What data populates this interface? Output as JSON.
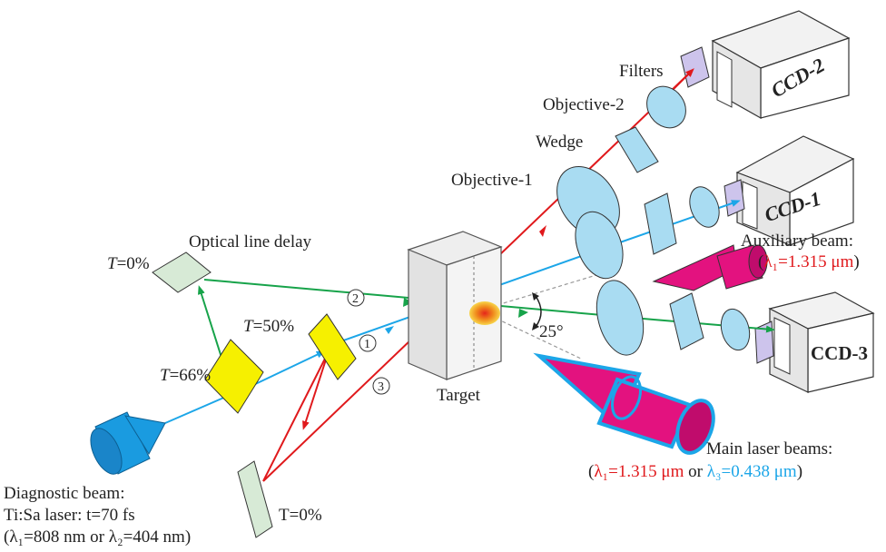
{
  "labels": {
    "filters": "Filters",
    "objective2": "Objective-2",
    "wedge": "Wedge",
    "objective1": "Objective-1",
    "optical_delay": "Optical line delay",
    "t0_top_italic": "T",
    "t0_top_rest": "=0%",
    "t50_italic": "T",
    "t50_rest": "=50%",
    "t66_italic": "T",
    "t66_rest": "=66%",
    "t0_bottom": "T=0%",
    "target": "Target",
    "angle": "25°",
    "aux_beam": "Auxiliary beam:",
    "aux_paren_open": "(",
    "aux_lambda": "λ₁=1.315 μm",
    "aux_paren_close": ")",
    "main_beams": "Main laser beams:",
    "main_open": "(",
    "main_l1": "λ₁=1.315 μm",
    "main_or": " or ",
    "main_l3": "λ₃=0.438 μm",
    "main_close": ")",
    "diag_line1": "Diagnostic beam:",
    "diag_line2": "Ti:Sa laser: t=70 fs",
    "diag_line3": "(λ₁=808 nm or λ₂=404 nm)",
    "ccd1": "CCD-1",
    "ccd2": "CCD-2",
    "ccd3": "CCD-3",
    "marker1": "1",
    "marker2": "2",
    "marker3": "3"
  },
  "colors": {
    "red_beam": "#e0191c",
    "green_beam": "#17a34a",
    "blue_beam": "#1ca6e8",
    "lens": "#a9dcf2",
    "mirror_yellow": "#f6f000",
    "mirror_green": "#d7ead6",
    "filter": "#cdc4ec",
    "laser_magenta": "#e3127f",
    "diag_laser": "#1a9be0"
  }
}
